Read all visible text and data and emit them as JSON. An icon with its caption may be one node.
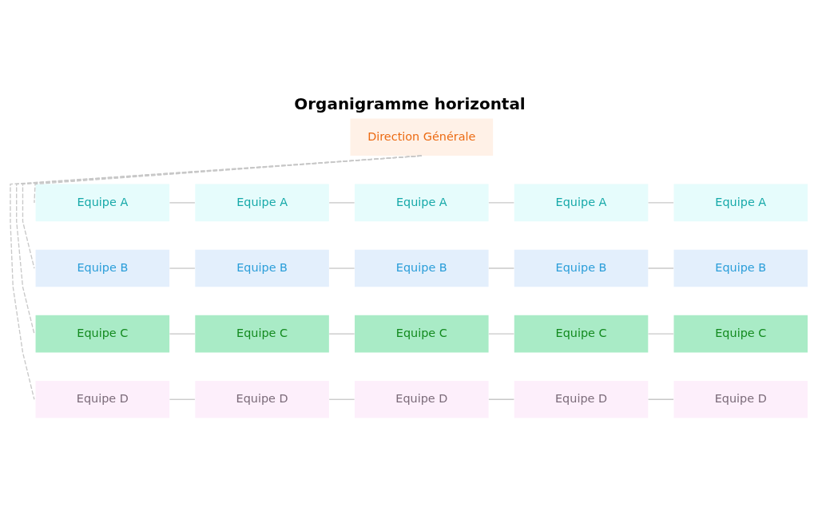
{
  "diagram": {
    "title": "Organigramme horizontal",
    "nodes": [
      {
        "text": [
          "Direction Générale"
        ]
      },
      {
        "text": [
          "Equipe A"
        ]
      },
      {
        "text": [
          "Equipe A"
        ]
      },
      {
        "text": [
          "Equipe A"
        ]
      },
      {
        "text": [
          "Equipe A"
        ]
      },
      {
        "text": [
          "Equipe A"
        ]
      },
      {
        "text": [
          "Equipe B"
        ]
      },
      {
        "text": [
          "Equipe B"
        ]
      },
      {
        "text": [
          "Equipe B"
        ]
      },
      {
        "text": [
          "Equipe B"
        ]
      },
      {
        "text": [
          "Equipe B"
        ]
      },
      {
        "text": [
          "Equipe C"
        ]
      },
      {
        "text": [
          "Equipe C"
        ]
      },
      {
        "text": [
          "Equipe C"
        ]
      },
      {
        "text": [
          "Equipe C"
        ]
      },
      {
        "text": [
          "Equipe C"
        ]
      },
      {
        "text": [
          "Equipe D"
        ]
      },
      {
        "text": [
          "Equipe D"
        ]
      },
      {
        "text": [
          "Equipe D"
        ]
      },
      {
        "text": [
          "Equipe D"
        ]
      },
      {
        "text": [
          "Equipe D"
        ]
      }
    ],
    "edges": [
      {
        "from": 0,
        "to": 1,
        "arrow": "none",
        "style": "dashed"
      },
      {
        "from": 0,
        "to": 6,
        "arrow": "none",
        "style": "dashed"
      },
      {
        "from": 0,
        "to": 11,
        "arrow": "none",
        "style": "dashed"
      },
      {
        "from": 0,
        "to": 16,
        "arrow": "none",
        "style": "dashed"
      },
      {
        "from": 1,
        "to": 2,
        "arrow": "none"
      },
      {
        "from": 2,
        "to": 3,
        "arrow": "none"
      },
      {
        "from": 3,
        "to": 4,
        "arrow": "none"
      },
      {
        "from": 4,
        "to": 5,
        "arrow": "none"
      },
      {
        "from": 6,
        "to": 7,
        "arrow": "none"
      },
      {
        "from": 7,
        "to": 8,
        "arrow": "none"
      },
      {
        "from": 8,
        "to": 9,
        "arrow": "none"
      },
      {
        "from": 9,
        "to": 10,
        "arrow": "none"
      },
      {
        "from": 11,
        "to": 12,
        "arrow": "none"
      },
      {
        "from": 12,
        "to": 13,
        "arrow": "none"
      },
      {
        "from": 13,
        "to": 14,
        "arrow": "none"
      },
      {
        "from": 14,
        "to": 15,
        "arrow": "none"
      },
      {
        "from": 16,
        "to": 17,
        "arrow": "none"
      },
      {
        "from": 17,
        "to": 18,
        "arrow": "none"
      },
      {
        "from": 18,
        "to": 19,
        "arrow": "none"
      },
      {
        "from": 19,
        "to": 20,
        "arrow": "none"
      }
    ]
  }
}
